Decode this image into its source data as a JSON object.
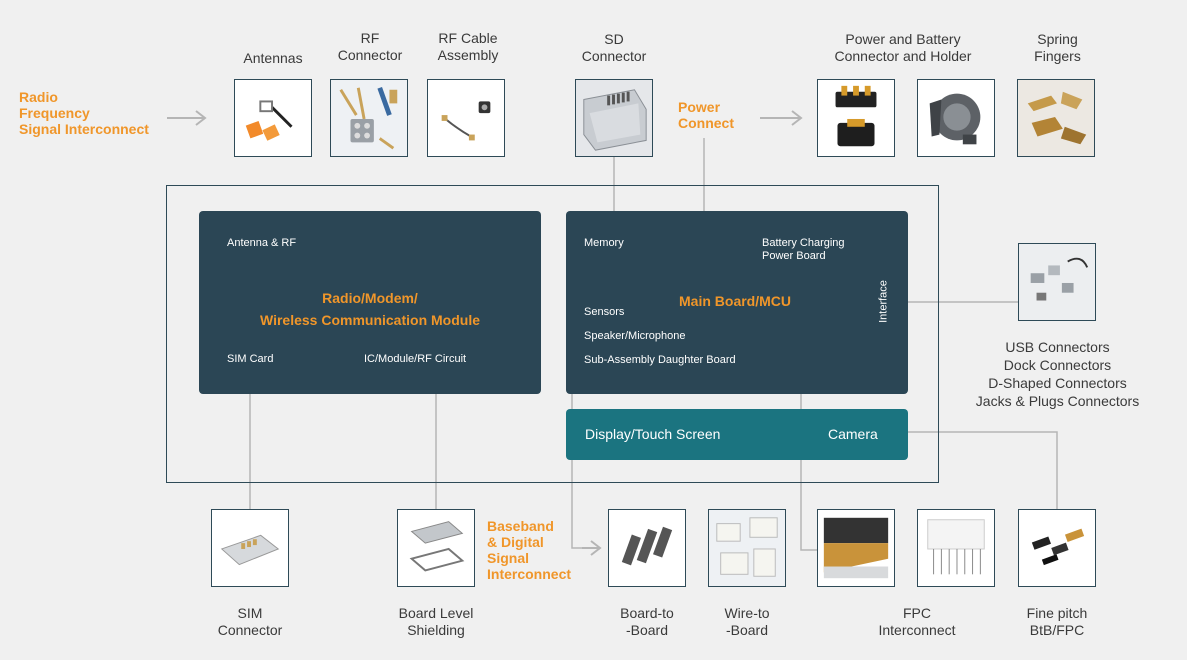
{
  "top_labels": {
    "antennas": "Antennas",
    "rf_connector": "RF\nConnector",
    "rf_cable": "RF Cable\nAssembly",
    "sd_connector": "SD\nConnector",
    "power_battery": "Power and Battery\nConnector and Holder",
    "spring_fingers": "Spring\nFingers"
  },
  "group_labels": {
    "radio_frequency": "Radio\nFrequency\nSignal Interconnect",
    "power_connect": "Power\nConnect",
    "baseband": "Baseband\n& Digital\nSignal\nInterconnect"
  },
  "radio_module": {
    "antenna_rf": "Antenna & RF",
    "title": "Radio/Modem/\nWireless Communication Module",
    "sim_card": "SIM Card",
    "ic_module": "IC/Module/RF Circuit"
  },
  "main_board": {
    "memory": "Memory",
    "battery": "Battery Charging\nPower Board",
    "title": "Main Board/MCU",
    "sensors": "Sensors",
    "speaker": "Speaker/Microphone",
    "sub_assembly": "Sub-Assembly Daughter Board",
    "interface": "Interface"
  },
  "display_bar": {
    "display": "Display/Touch Screen",
    "camera": "Camera"
  },
  "right_list": "USB Connectors\nDock Connectors\nD-Shaped Connectors\nJacks & Plugs Connectors",
  "bottom_labels": {
    "sim_connector": "SIM\nConnector",
    "board_shielding": "Board Level\nShielding",
    "board_to_board": "Board-to\n-Board",
    "wire_to_board": "Wire-to\n-Board",
    "fpc": "FPC\nInterconnect",
    "fine_pitch": "Fine pitch\nBtB/FPC"
  },
  "colors": {
    "accent": "#f0962a",
    "card": "#2b4655",
    "teal": "#1b7480",
    "line": "#b5b5b5"
  }
}
